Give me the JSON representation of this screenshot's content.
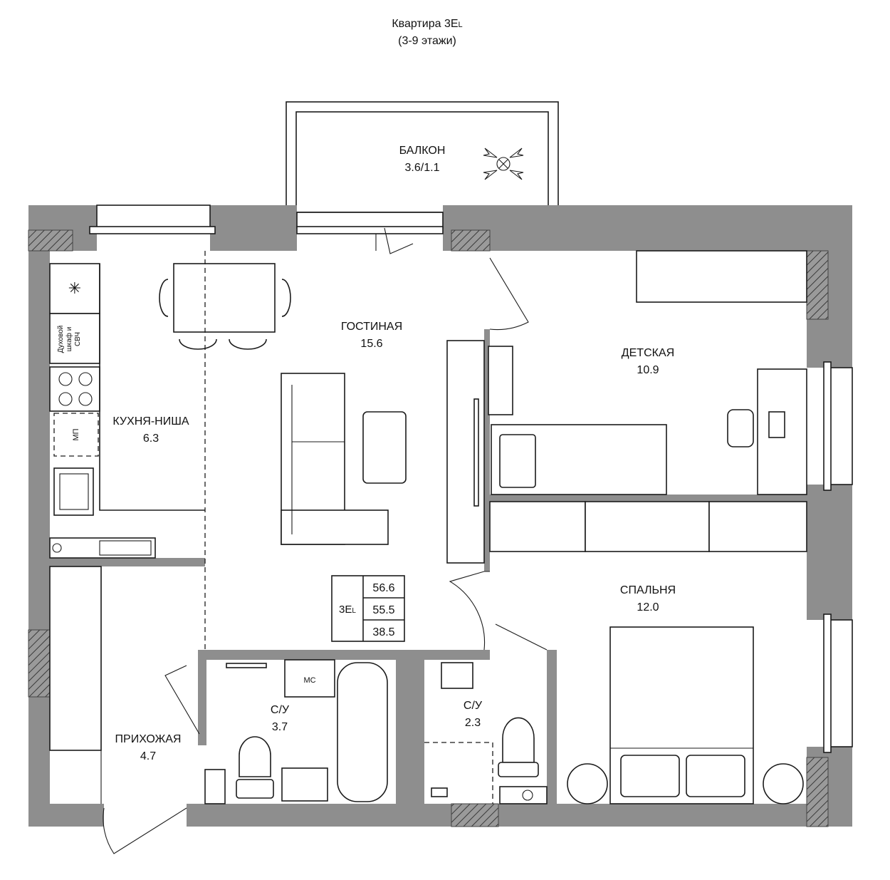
{
  "header": {
    "title": "Квартира 3E",
    "title_suffix": "L",
    "floors": "(3-9 этажи)"
  },
  "rooms": {
    "balcony": {
      "name": "БАЛКОН",
      "area": "3.6/1.1"
    },
    "living": {
      "name": "ГОСТИНАЯ",
      "area": "15.6"
    },
    "kids": {
      "name": "ДЕТСКАЯ",
      "area": "10.9"
    },
    "kitchen": {
      "name": "КУХНЯ-НИША",
      "area": "6.3"
    },
    "bedroom": {
      "name": "СПАЛЬНЯ",
      "area": "12.0"
    },
    "bath1": {
      "name": "С/У",
      "area": "3.7"
    },
    "bath2": {
      "name": "С/У",
      "area": "2.3"
    },
    "hall": {
      "name": "ПРИХОЖАЯ",
      "area": "4.7"
    }
  },
  "appliances": {
    "oven_line1": "Духовой",
    "oven_line2": "шкаф и",
    "oven_line3": "СВЧ",
    "dishwasher": "МП",
    "washer": "МС"
  },
  "area_table": {
    "type": "3E",
    "type_suffix": "L",
    "total": "56.6",
    "reduced": "55.5",
    "living": "38.5"
  }
}
